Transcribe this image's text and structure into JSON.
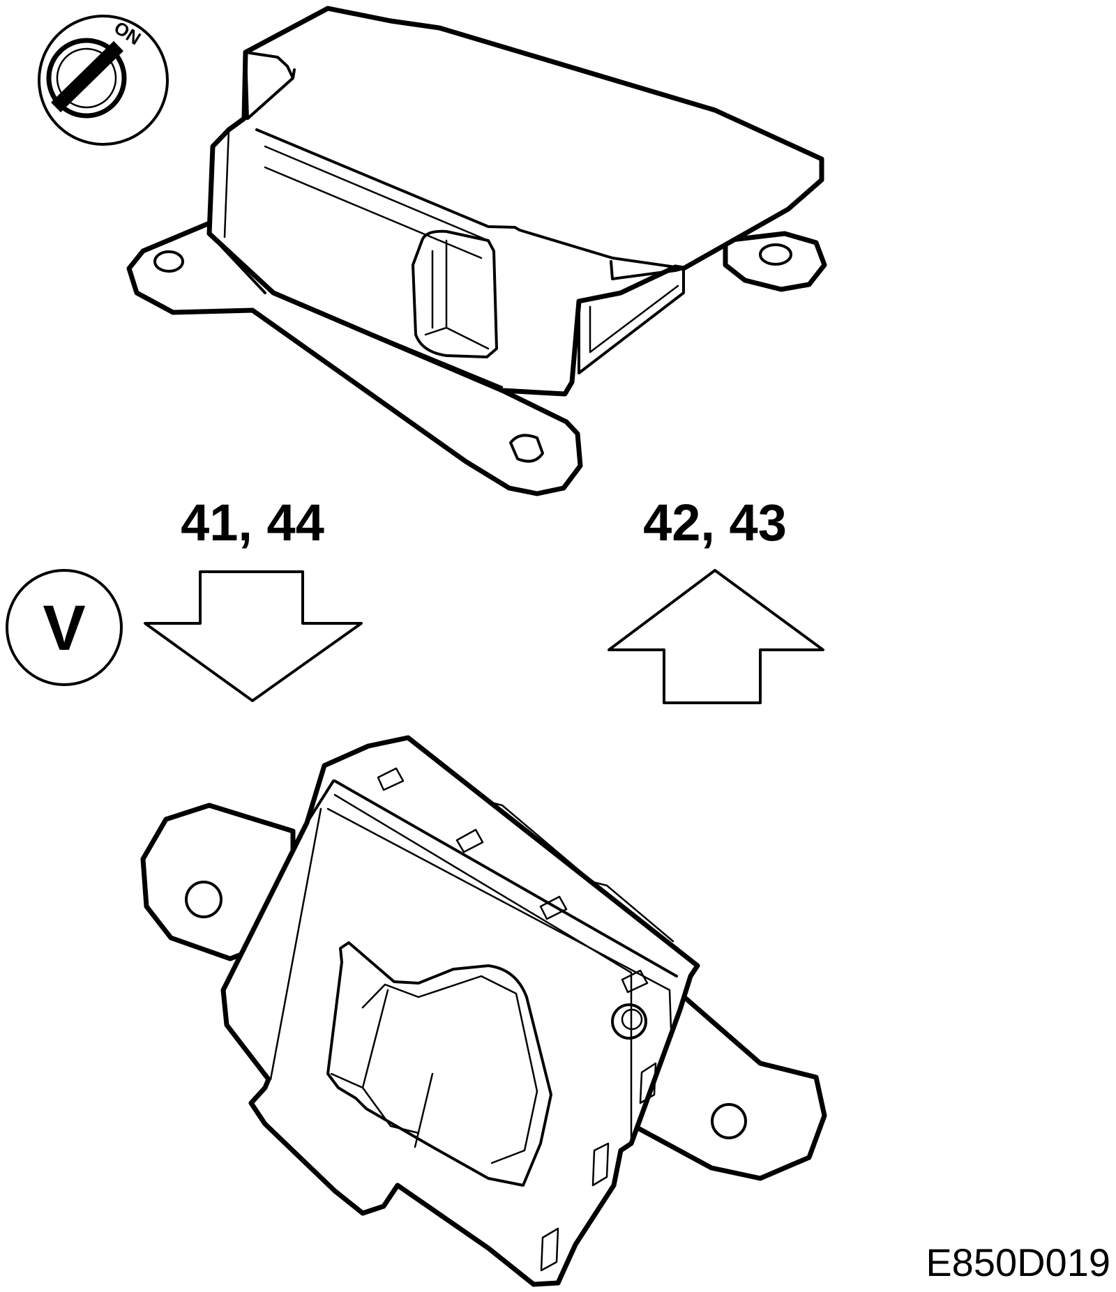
{
  "ignition_label": "ON",
  "voltage_symbol": "V",
  "down_arrow_label": "41, 44",
  "up_arrow_label": "42, 43",
  "figure_id": "E850D019",
  "colors": {
    "ink": "#000000",
    "paper": "#ffffff"
  },
  "icons": [
    "ignition-key-icon",
    "voltmeter-icon",
    "arrow-down-icon",
    "arrow-up-icon"
  ]
}
